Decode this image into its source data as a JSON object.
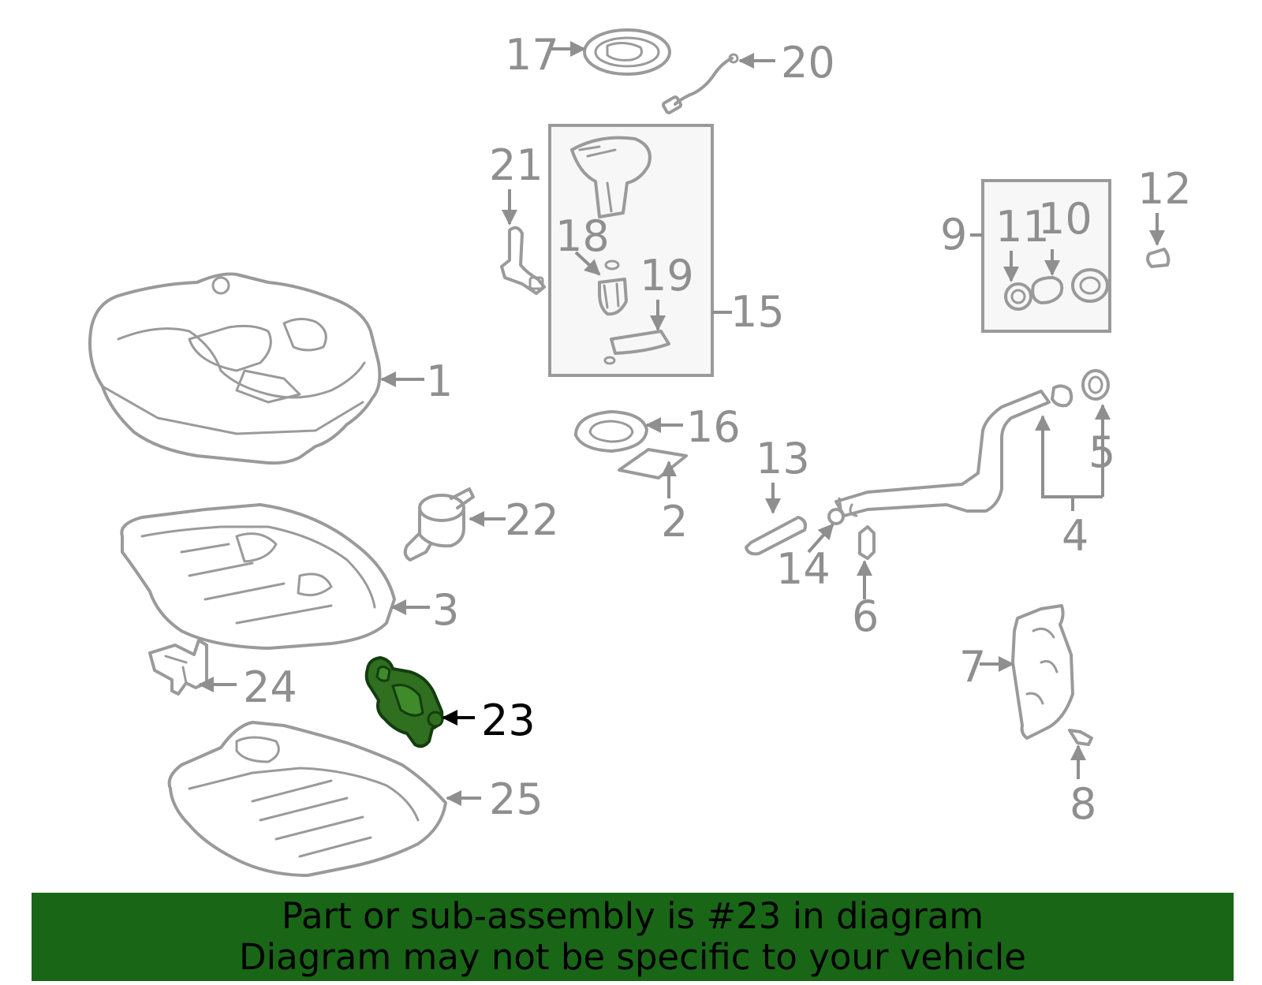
{
  "diagram": {
    "callouts": {
      "c1": "1",
      "c2": "2",
      "c3": "3",
      "c4": "4",
      "c5": "5",
      "c6": "6",
      "c7": "7",
      "c8": "8",
      "c9": "9",
      "c10": "10",
      "c11": "11",
      "c12": "12",
      "c13": "13",
      "c14": "14",
      "c15": "15",
      "c16": "16",
      "c17": "17",
      "c18": "18",
      "c19": "19",
      "c20": "20",
      "c21": "21",
      "c22": "22",
      "c23": "23",
      "c24": "24",
      "c25": "25"
    },
    "highlighted_part": "23",
    "colors": {
      "line_art": "#9a9a9a",
      "highlight_fill": "#2f6f1f",
      "banner": "#196617",
      "highlight_label": "#000000"
    }
  },
  "banner": {
    "line1": "Part or sub-assembly is #23 in diagram",
    "line2": "Diagram may not be specific to your vehicle"
  }
}
